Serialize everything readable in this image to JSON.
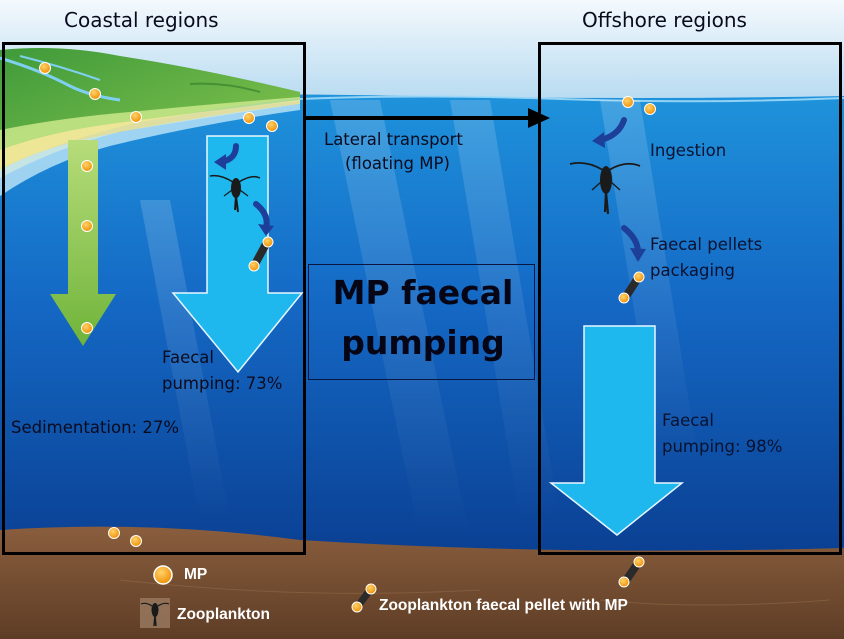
{
  "header": {
    "coastal": "Coastal regions",
    "offshore": "Offshore regions"
  },
  "labels": {
    "lateral_line1": "Lateral transport",
    "lateral_line2": "(floating MP)",
    "title_line1": "MP faecal",
    "title_line2": "pumping",
    "coastal_pump_line1": "Faecal",
    "coastal_pump_line2": "pumping: 73%",
    "sedimentation": "Sedimentation: 27%",
    "ingestion": "Ingestion",
    "pellets_line1": "Faecal pellets",
    "pellets_line2": "packaging",
    "offshore_pump_line1": "Faecal",
    "offshore_pump_line2": "pumping: 98%"
  },
  "legend": {
    "mp": "MP",
    "zooplankton": "Zooplankton",
    "pellet": "Zooplankton faecal pellet with MP"
  },
  "colors": {
    "sky": "#c9e4f4",
    "water_top": "#1f8fd8",
    "water_bottom": "#083a8a",
    "sediment": "#7a5236",
    "pump_arrow": "#1fb8ee",
    "sedimentation_arrow": "#8cc63f",
    "mp_particle": "#f5a00f",
    "box_border": "#000000",
    "ingestion_arrow": "#1d3f99"
  }
}
